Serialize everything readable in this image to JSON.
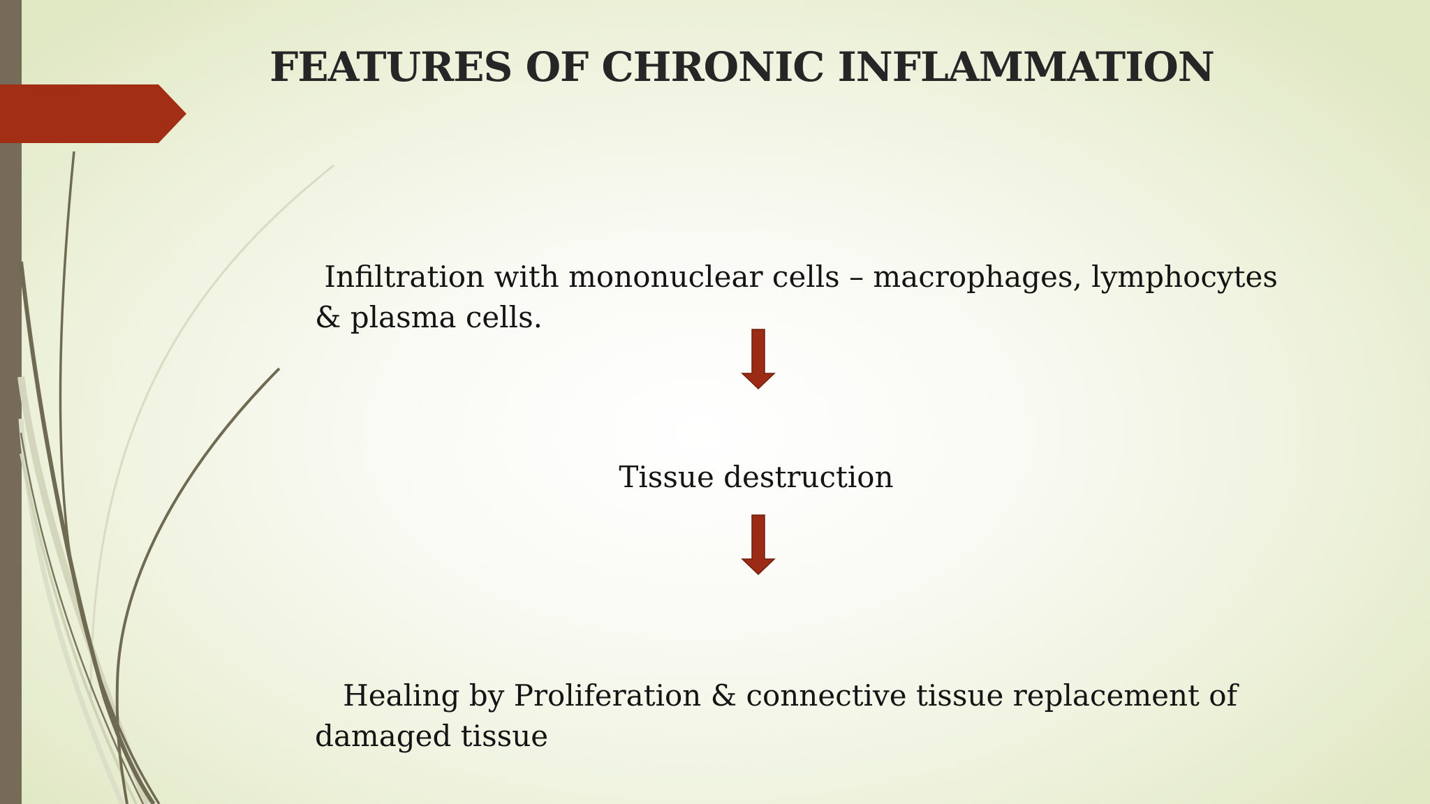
{
  "slide": {
    "title": "FEATURES OF CHRONIC INFLAMMATION",
    "flow": [
      {
        "text": " Infiltration with mononuclear cells – macrophages, lymphocytes & plasma cells."
      },
      {
        "text": "Tissue destruction"
      },
      {
        "text": "   Healing by Proliferation & connective tissue replacement of damaged tissue"
      }
    ]
  },
  "colors": {
    "accent_red": "#a32e16",
    "arrow_red": "#9b2b15",
    "band_olive": "#766b58",
    "text": "#141414"
  }
}
